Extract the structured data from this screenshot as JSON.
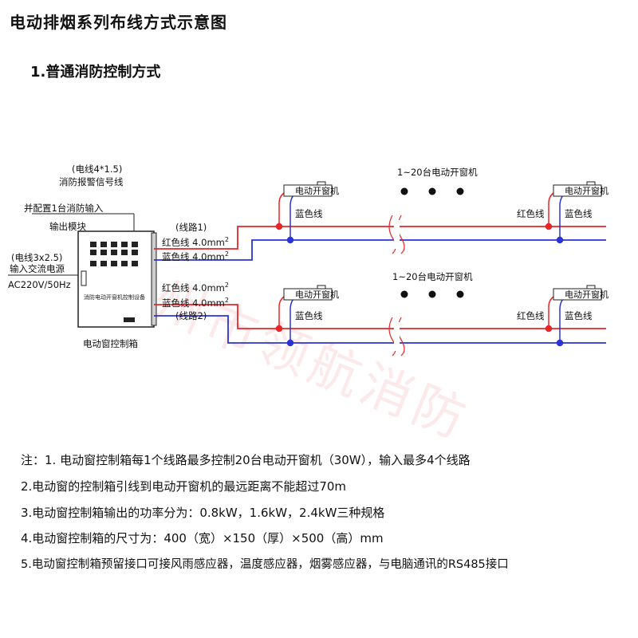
{
  "title": "电动排烟系列布线方式示意图",
  "subtitle": "1.普通消防控制方式",
  "watermark": "广州市领航消防",
  "labels": {
    "alarm_wire_spec": "(电线4*1.5)",
    "alarm_wire_name": "消防报警信号线",
    "module_line1": "并配置1台消防输入",
    "module_line2": "输出模块",
    "power_wire_spec": "(电线3x2.5)",
    "power_name": "输入交流电源",
    "power_voltage": "AC220V/50Hz",
    "box_panel": "消防电动开窗机控制设备",
    "box_caption": "电动窗控制箱",
    "circuit1": "(线路1)",
    "circuit2": "(线路2)",
    "red_wire_spec": "红色线 4.0mm",
    "blue_wire_spec": "蓝色线 4.0mm",
    "sup2": "2",
    "machines_count": "1~20台电动开窗机",
    "machine": "电动开窗机",
    "blue_wire": "蓝色线",
    "red_wire": "红色线"
  },
  "notes": [
    "注：1. 电动窗控制箱每1个线路最多控制20台电动开窗机（30W），输入最多4个线路",
    "2.电动窗的控制箱引线到电动开窗机的最远距离不能超过70m",
    "3.电动窗控制箱输出的功率分为：0.8kW，1.6kW，2.4kW三种规格",
    "4.电动窗控制箱的尺寸为：400（宽）×150（厚）×500（高）mm",
    "5.电动窗控制箱预留接口可接风雨感应器，温度感应器，烟雾感应器，与电脑通讯的RS485接口"
  ],
  "colors": {
    "red_wire": "#e8262a",
    "blue_wire": "#2a33d6"
  }
}
